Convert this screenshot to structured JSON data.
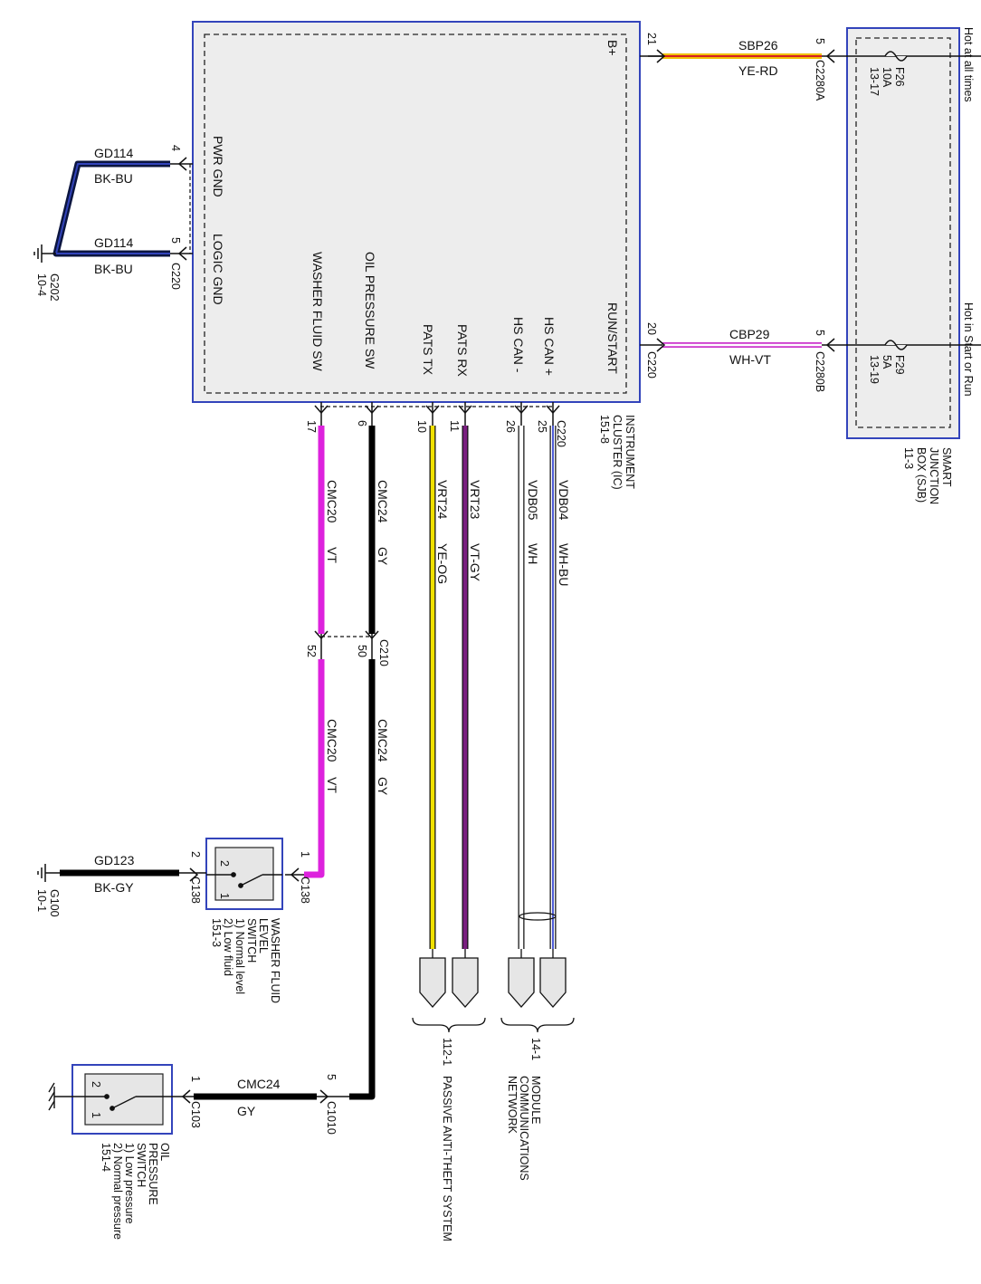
{
  "ic": {
    "title_lines": [
      "INSTRUMENT",
      "CLUSTER (IC)",
      "151-8"
    ],
    "c220_connector": "C220",
    "inputs": {
      "b_plus": "B+",
      "pwr_gnd": "PWR GND",
      "logic_gnd": "LOGIC GND",
      "washer_sw": "WASHER FLUID SW",
      "oil_sw": "OIL PRESSURE SW",
      "pats_tx": "PATS TX",
      "pats_rx": "PATS RX",
      "hs_can_minus": "HS CAN -",
      "hs_can_plus": "HS CAN +",
      "run_start": "RUN/START"
    }
  },
  "sjb": {
    "title_lines": [
      "SMART",
      "JUNCTION",
      "BOX (SJB)",
      "11-3"
    ],
    "hot_at_all_times": "Hot at all times",
    "hot_in_start_run": "Hot in Start or Run",
    "fuse1": {
      "name": "F26",
      "rating": "10A",
      "ref": "13-17",
      "connector": "C2280A",
      "pin": "5"
    },
    "fuse2": {
      "name": "F29",
      "rating": "5A",
      "ref": "13-19",
      "connector": "C2280B",
      "pin": "5"
    }
  },
  "wires": {
    "sbp26": {
      "circuit": "SBP26",
      "color": "YE-RD",
      "ic_pin": "21"
    },
    "cbp29": {
      "circuit": "CBP29",
      "color": "WH-VT",
      "ic_pin": "20",
      "connector": "C220"
    },
    "gd114a": {
      "circuit": "GD114",
      "color": "BK-BU",
      "pin": "4"
    },
    "gd114b": {
      "circuit": "GD114",
      "color": "BK-BU",
      "pin": "5",
      "connector": "C220"
    },
    "cmc20": {
      "circuit": "CMC20",
      "color": "VT",
      "ic_pin": "17",
      "inline_pin": "52"
    },
    "cmc24": {
      "circuit": "CMC24",
      "color": "GY",
      "ic_pin": "6",
      "inline_pin": "50",
      "inline_connector": "C210"
    },
    "vrt24": {
      "circuit": "VRT24",
      "color": "YE-OG",
      "ic_pin": "10"
    },
    "vrt23": {
      "circuit": "VRT23",
      "color": "VT-GY",
      "ic_pin": "11"
    },
    "vdb05": {
      "circuit": "VDB05",
      "color": "WH",
      "ic_pin": "26"
    },
    "vdb04": {
      "circuit": "VDB04",
      "color": "WH-BU",
      "ic_pin": "25"
    },
    "gd123": {
      "circuit": "GD123",
      "color": "BK-GY"
    },
    "cmc24_oil": {
      "circuit": "CMC24",
      "color": "GY"
    }
  },
  "ground_g202": {
    "name": "G202",
    "ref": "10-4"
  },
  "ground_g100": {
    "name": "G100",
    "ref": "10-1"
  },
  "washer_switch": {
    "connector": "C138",
    "pin1": "1",
    "pin2": "2",
    "desc_lines": [
      "WASHER FLUID",
      "LEVEL",
      "SWITCH",
      "1) Normal level",
      "2) Low fluid",
      "151-3"
    ]
  },
  "oil_switch": {
    "connector": "C103",
    "inline_connector": "C1010",
    "inline_pin": "5",
    "pin1": "1",
    "desc_lines": [
      "OIL",
      "PRESSURE",
      "SWITCH",
      "1) Low pressure",
      "2) Normal pressure",
      "151-4"
    ]
  },
  "pats": {
    "ref": "112-1",
    "label": "PASSIVE ANTI-THEFT SYSTEM"
  },
  "mcn": {
    "ref": "14-1",
    "label_lines": [
      "MODULE",
      "COMMUNICATIONS",
      "NETWORK"
    ]
  },
  "switch_pins": {
    "one": "1",
    "two": "2"
  },
  "colors": {
    "module_border": "#3344bb",
    "violet": "#dd22dd",
    "purple": "#7a1f80",
    "yellow": "#f0e000",
    "blue": "#2233cc",
    "black": "#000000",
    "navy": "#0b1540"
  }
}
